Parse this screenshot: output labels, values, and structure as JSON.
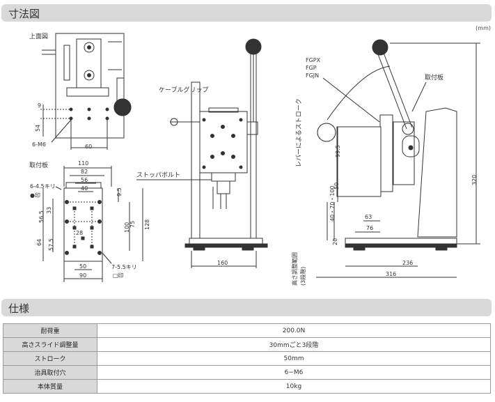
{
  "sections": {
    "dimensions_title": "寸法図",
    "specs_title": "仕様"
  },
  "unit_label": "(mm)",
  "top_view": {
    "title": "上面図",
    "dim_9": "9",
    "dim_54": "54",
    "dim_60": "60",
    "holes": "6-M6"
  },
  "mount_plate": {
    "title": "取付板",
    "dim_110": "110",
    "dim_82": "82",
    "dim_56": "56",
    "dim_40": "40",
    "dim_9_5": "9.5",
    "dim_33": "33",
    "dim_56_5": "56.5",
    "dim_28": "28",
    "dim_75": "75",
    "dim_100": "100",
    "dim_128": "128",
    "dim_64": "64",
    "dim_57_5": "57.5",
    "dim_50": "50",
    "dim_90": "90",
    "holes_a": "6-4.5キリ",
    "holes_a_mark": "●印",
    "holes_b": "7-5.5キリ",
    "holes_b_mark": "□印"
  },
  "front_view": {
    "cable_grip": "ケーブルグリップ",
    "stopper_bolt": "ストッパボルト",
    "dim_160": "160"
  },
  "side_view": {
    "models": [
      "FGPX",
      "FGP",
      "FGJN"
    ],
    "plate_label": "取付板",
    "lever_stroke": "レバーによるストローク",
    "height_range": "高さ調整範囲",
    "height_steps": "(3段階)",
    "dim_99_5": "99.5",
    "dim_50": "50",
    "dim_40_70_100": "40・70・100",
    "dim_20": "20",
    "dim_63": "63",
    "dim_76": "76",
    "dim_236": "236",
    "dim_316": "316",
    "dim_320": "320"
  },
  "specs": [
    {
      "label": "耐荷重",
      "value": "200.0N"
    },
    {
      "label": "高さスライド調整量",
      "value": "30mmごと3段階"
    },
    {
      "label": "ストローク",
      "value": "50mm"
    },
    {
      "label": "治具取付穴",
      "value": "6−M6"
    },
    {
      "label": "本体質量",
      "value": "10kg"
    }
  ]
}
